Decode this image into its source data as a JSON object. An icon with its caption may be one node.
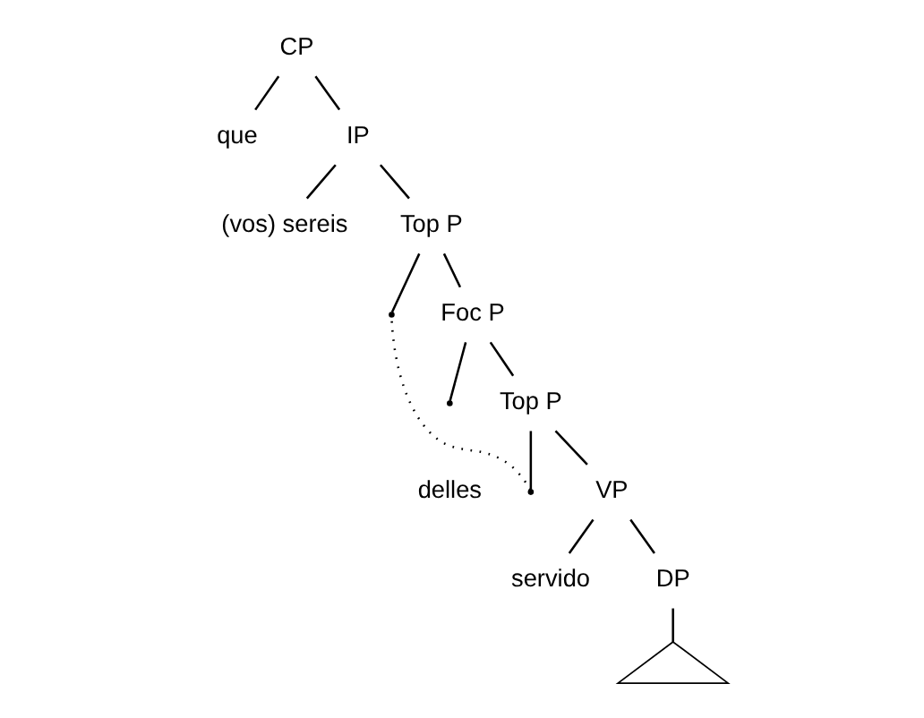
{
  "diagram": {
    "nodes": [
      {
        "text": [
          "CP"
        ]
      },
      {
        "text": [
          "que"
        ]
      },
      {
        "text": [
          "IP"
        ]
      },
      {
        "text": [
          "(vos) sereis"
        ]
      },
      {
        "text": [
          "Top P"
        ]
      },
      {
        "text": [],
        "shape": "point"
      },
      {
        "text": [
          "Foc P"
        ]
      },
      {
        "text": [],
        "shape": "point"
      },
      {
        "text": [
          "Top P"
        ]
      },
      {
        "text": [],
        "shape": "point"
      },
      {
        "text": [
          "VP"
        ]
      },
      {
        "text": [
          "servido"
        ]
      },
      {
        "text": [
          "DP"
        ]
      },
      {
        "text": [],
        "shape": "triangle"
      }
    ],
    "edges": [
      {
        "from": 0,
        "to": 1,
        "arrow": "none"
      },
      {
        "from": 0,
        "to": 2,
        "arrow": "none"
      },
      {
        "from": 2,
        "to": 3,
        "arrow": "none"
      },
      {
        "from": 2,
        "to": 4,
        "arrow": "none"
      },
      {
        "from": 4,
        "to": 5,
        "arrow": "none"
      },
      {
        "from": 4,
        "to": 6,
        "arrow": "none"
      },
      {
        "from": 6,
        "to": 7,
        "arrow": "none"
      },
      {
        "from": 6,
        "to": 8,
        "arrow": "none"
      },
      {
        "from": 8,
        "to": 9,
        "arrow": "none"
      },
      {
        "from": 8,
        "to": 10,
        "arrow": "none"
      },
      {
        "from": 10,
        "to": 11,
        "arrow": "none"
      },
      {
        "from": 10,
        "to": 12,
        "arrow": "none"
      },
      {
        "from": 12,
        "to": 13,
        "arrow": "none"
      },
      {
        "from": 9,
        "to": 5,
        "arrow": "none",
        "style": "dashed"
      }
    ],
    "labels": [
      "delles"
    ]
  }
}
